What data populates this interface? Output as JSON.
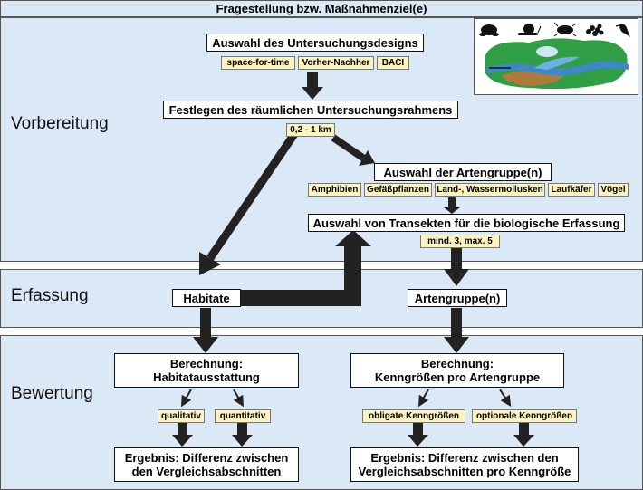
{
  "header": {
    "title": "Fragestellung bzw. Maßnahmenziel(e)"
  },
  "sections": {
    "vorbereitung": "Vorbereitung",
    "erfassung": "Erfassung",
    "bewertung": "Bewertung"
  },
  "design": {
    "title": "Auswahl des Untersuchungsdesigns",
    "options": [
      "space-for-time",
      "Vorher-Nachher",
      "BACI"
    ]
  },
  "rahmen": {
    "title": "Festlegen des räumlichen Untersuchungsrahmens",
    "range": "0,2 - 1 km"
  },
  "artengruppen": {
    "title": "Auswahl der Artengruppe(n)",
    "options": [
      "Amphibien",
      "Gefäßpflanzen",
      "Land-, Wassermollusken",
      "Laufkäfer",
      "Vögel"
    ]
  },
  "transekte": {
    "title": "Auswahl von Transekten für die biologische Erfassung",
    "count": "mind. 3, max. 5"
  },
  "erfassung": {
    "habitate": "Habitate",
    "artengruppe": "Artengruppe(n)"
  },
  "bewertung": {
    "left": {
      "calc_line1": "Berechnung:",
      "calc_line2": "Habitatausstattung",
      "tag1": "qualitativ",
      "tag2": "quantitativ",
      "result_line1": "Ergebnis: Differenz zwischen",
      "result_line2": "den Vergleichsabschnitten"
    },
    "right": {
      "calc_line1": "Berechnung:",
      "calc_line2": "Kenngrößen pro Artengruppe",
      "tag1": "obligate Kenngrößen",
      "tag2": "optionale Kenngrößen",
      "result_line1": "Ergebnis: Differenz zwischen den",
      "result_line2": "Vergleichsabschnitten pro Kenngröße"
    }
  },
  "colors": {
    "section_bg": "#dbe9f6",
    "tag_bg": "#fbf4bf",
    "river": "#3f88c8",
    "meadow": "#2f9e44",
    "bank": "#b07a3a"
  },
  "icons": [
    "frog-icon",
    "snail-icon",
    "beetle-icon",
    "plant-icon",
    "bird-icon"
  ]
}
